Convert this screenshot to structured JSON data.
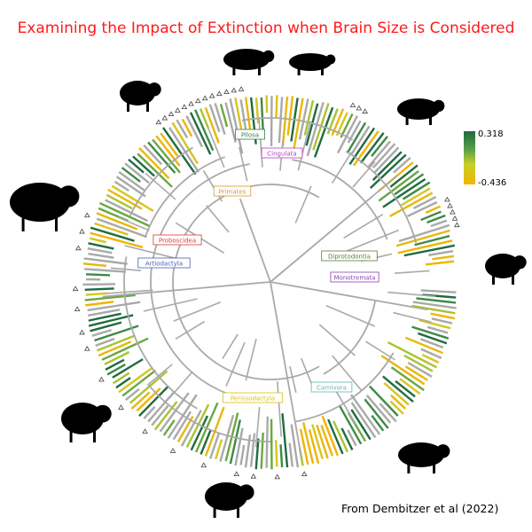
{
  "title": "Examining the Impact of Extinction when Brain Size is Considered",
  "credit": "From Dembitzer et al (2022)",
  "scale": {
    "max": "0.318",
    "min": "-0.436"
  },
  "colors": {
    "title": "#ff1a1a",
    "branch": "#a9a9a9",
    "scale_high": "#1f6b3f",
    "scale_mid": "#c8cf2a",
    "scale_low": "#f0b400"
  },
  "clades": [
    {
      "name": "Pilosa",
      "color": "#3a7d44"
    },
    {
      "name": "Cingulata",
      "color": "#b13fbf"
    },
    {
      "name": "Primates",
      "color": "#d69a2a"
    },
    {
      "name": "Proboscidea",
      "color": "#d63a3a"
    },
    {
      "name": "Artiodactyla",
      "color": "#4a5fb0"
    },
    {
      "name": "Diprotodontia",
      "color": "#5a7a3a"
    },
    {
      "name": "Monotremata",
      "color": "#8a3fb0"
    },
    {
      "name": "Perissodactyla",
      "color": "#d4c21a"
    },
    {
      "name": "Carnivora",
      "color": "#5ab7b0"
    }
  ],
  "silhouettes": [
    "sloth-icon",
    "glyptodont-icon",
    "lemur-icon",
    "bear-icon",
    "elephant-icon",
    "echidna-icon",
    "moose-icon",
    "horse-icon",
    "sabertooth-icon"
  ]
}
